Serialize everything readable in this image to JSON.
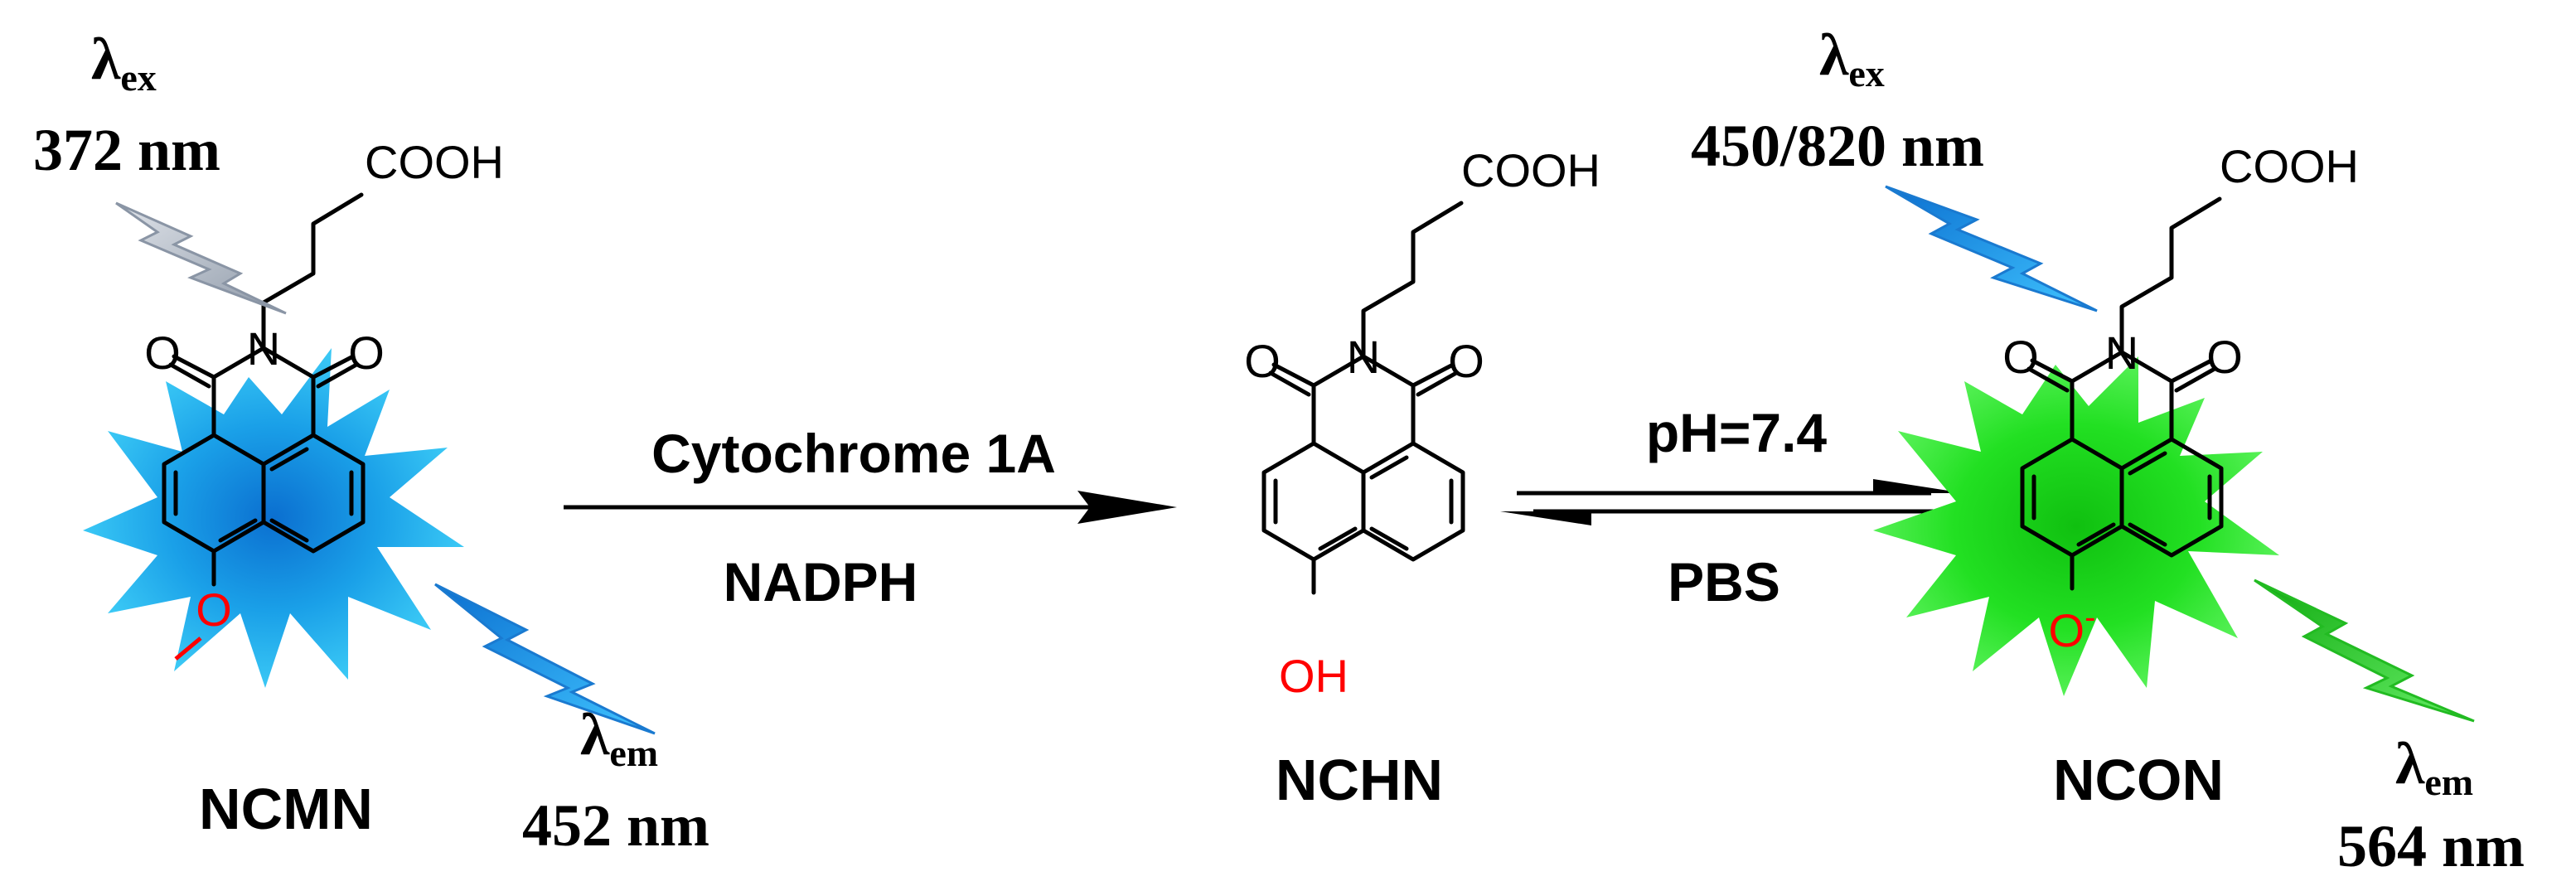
{
  "compounds": [
    {
      "name": "NCMN",
      "substituent_label": "O",
      "acid_label": "COOH",
      "carbonyl_labels": [
        "O",
        "O"
      ],
      "imide_n": "N",
      "glow_color": "#1aa0e8",
      "excitation": {
        "symbol": "λ",
        "sub": "ex",
        "value": "372 nm"
      },
      "emission": {
        "symbol": "λ",
        "sub": "em",
        "value": "452 nm"
      }
    },
    {
      "name": "NCHN",
      "substituent_label": "OH",
      "acid_label": "COOH",
      "carbonyl_labels": [
        "O",
        "O"
      ],
      "imide_n": "N"
    },
    {
      "name": "NCON",
      "substituent_label": "O",
      "substituent_charge": "-",
      "acid_label": "COOH",
      "carbonyl_labels": [
        "O",
        "O"
      ],
      "imide_n": "N",
      "glow_color": "#22e022",
      "excitation": {
        "symbol": "λ",
        "sub": "ex",
        "value": "450/820 nm"
      },
      "emission": {
        "symbol": "λ",
        "sub": "em",
        "value": "564 nm"
      }
    }
  ],
  "reaction1": {
    "above": "Cytochrome 1A",
    "below": "NADPH"
  },
  "reaction2": {
    "above": "pH=7.4",
    "below": "PBS"
  },
  "colors": {
    "heteroatom_highlight": "#ff0000",
    "blue_glow": "#1aa0e8",
    "green_glow": "#22e022"
  }
}
